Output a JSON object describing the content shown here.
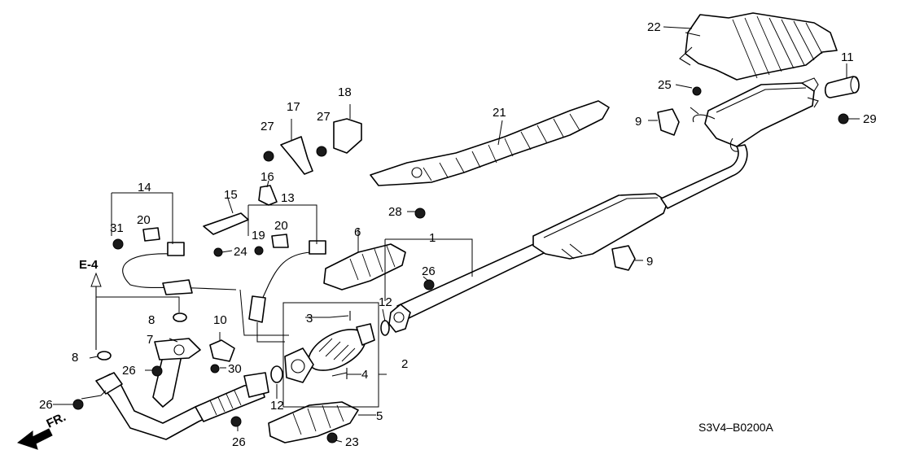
{
  "diagram": {
    "code": "S3V4–B0200A",
    "ref_label": "E-4",
    "direction_label": "FR.",
    "callouts": [
      "1",
      "2",
      "3",
      "4",
      "5",
      "6",
      "7",
      "8",
      "8",
      "9",
      "9",
      "10",
      "11",
      "12",
      "12",
      "13",
      "14",
      "15",
      "16",
      "17",
      "18",
      "19",
      "20",
      "20",
      "21",
      "22",
      "23",
      "24",
      "25",
      "26",
      "26",
      "26",
      "26",
      "27",
      "27",
      "28",
      "29",
      "30",
      "31"
    ]
  }
}
